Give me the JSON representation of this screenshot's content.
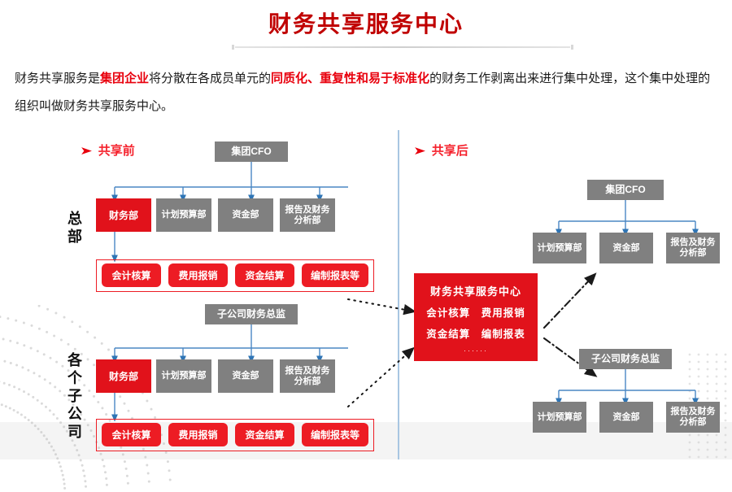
{
  "header": {
    "title": "财务共享服务中心",
    "divider_icon": "horizontal-rule"
  },
  "intro": {
    "p1": "财务共享服务是",
    "hl1": "集团企业",
    "p2": "将分散在各成员单元的",
    "hl2": "同质化、重复性和易于标准化",
    "p3": "的财务工作剥离出来进行集中处理，这个集中处理的组织叫做财务共享服务中心。"
  },
  "left_panel": {
    "heading": "共享前",
    "bullet_icon": "triangle-right-icon",
    "hq": {
      "side_label": "总部",
      "top_box": "集团CFO",
      "departments": [
        "财务部",
        "计划预算部",
        "资金部",
        "报告及财务\n分析部"
      ],
      "functions": [
        "会计核算",
        "费用报销",
        "资金结算",
        "编制报表等"
      ]
    },
    "sub": {
      "side_label": "各个子公司",
      "top_box": "子公司财务总监",
      "departments": [
        "财务部",
        "计划预算部",
        "资金部",
        "报告及财务\n分析部"
      ],
      "functions": [
        "会计核算",
        "费用报销",
        "资金结算",
        "编制报表等"
      ]
    }
  },
  "hub": {
    "title": "财务共享服务中心",
    "line2_a": "会计核算",
    "line2_b": "费用报销",
    "line3_a": "资金结算",
    "line3_b": "编制报表",
    "ellipsis": "······"
  },
  "right_panel": {
    "heading": "共享后",
    "bullet_icon": "triangle-right-icon",
    "hq": {
      "top_box": "集团CFO",
      "departments": [
        "计划预算部",
        "资金部",
        "报告及财务\n分析部"
      ]
    },
    "sub": {
      "top_box": "子公司财务总监",
      "departments": [
        "计划预算部",
        "资金部",
        "报告及财务\n分析部"
      ]
    }
  },
  "colors": {
    "title_red": "#c00000",
    "accent_red": "#e8000d",
    "box_red": "#e1121b",
    "pill_red": "#ed1c24",
    "box_gray": "#808080",
    "connector_blue": "#4a87c4",
    "divider_blue": "#a8c6e2"
  }
}
